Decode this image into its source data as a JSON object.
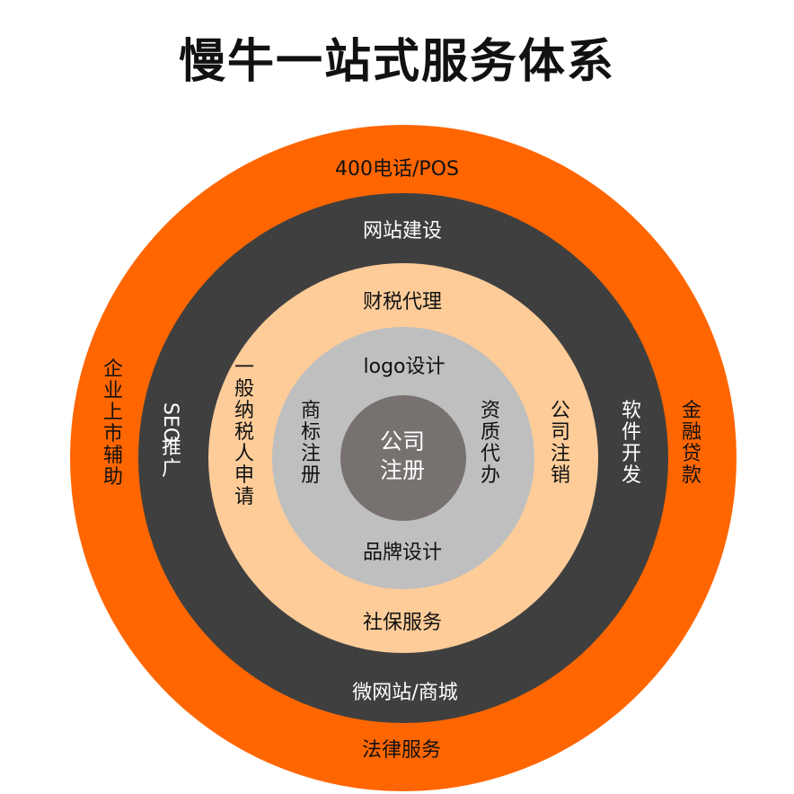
{
  "title": "慢牛一站式服务体系",
  "colors": {
    "outer_ring": "#ff6600",
    "dark_ring": "#3f3f3f",
    "peach_ring": "#fdcc99",
    "gray_ring": "#bfbfbf",
    "center": "#777170",
    "text_dark": "#111111",
    "text_light": "#ffffff"
  },
  "rings": {
    "outer": {
      "top": "400电话/POS",
      "bottom": "法律服务",
      "left": "企业上市辅助",
      "right": "金融贷款"
    },
    "dark": {
      "top": "网站建设",
      "bottom": "微网站/商城",
      "left": "SEO推广",
      "right": "软件开发"
    },
    "peach": {
      "top": "财税代理",
      "bottom": "社保服务",
      "left": "一般纳税人申请",
      "right": "公司注销"
    },
    "gray": {
      "top": "logo设计",
      "bottom": "品牌设计",
      "left": "商标注册",
      "right": "资质代办"
    },
    "center": {
      "line1": "公司",
      "line2": "注册"
    }
  }
}
